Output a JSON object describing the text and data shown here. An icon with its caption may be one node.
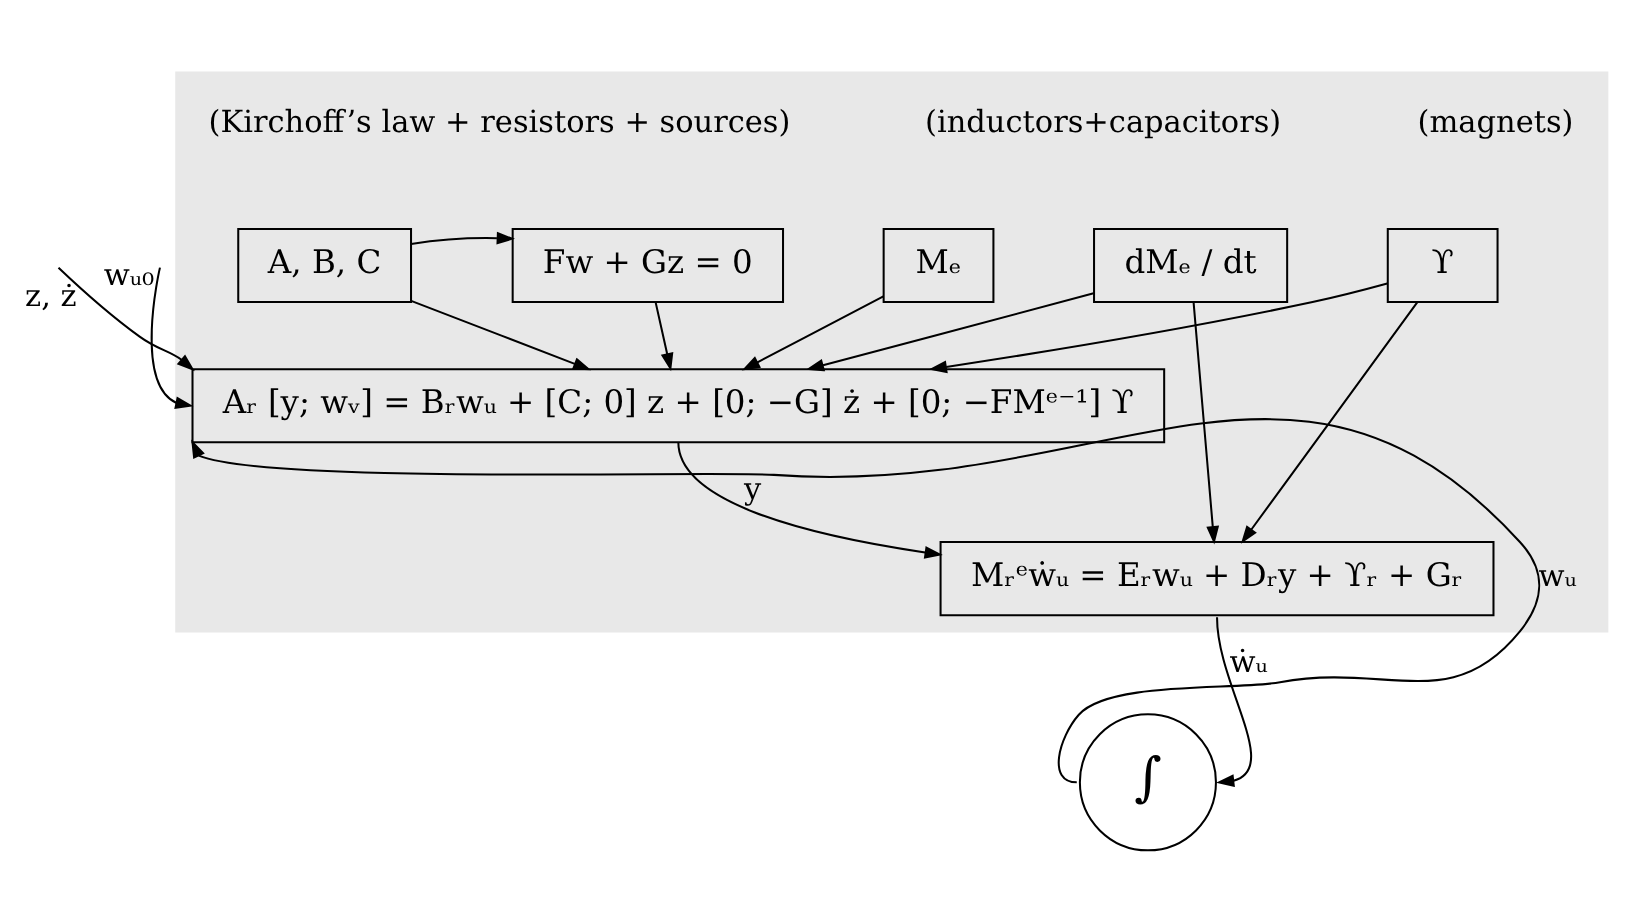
{
  "diagram": {
    "nodes": [
      {
        "text": [],
        "shape": "box"
      },
      {
        "text": [
          "A, B, C"
        ],
        "in": 0
      },
      {
        "text": [
          "Fw + Gz = 0"
        ],
        "in": 0
      },
      {
        "text": [
          "Mₑ"
        ],
        "in": 0
      },
      {
        "text": [
          "dMₑ / dt"
        ],
        "in": 0
      },
      {
        "text": [
          "ϒ"
        ],
        "in": 0
      },
      {
        "text": [
          "Aᵣ [y; wᵥ] = Bᵣwᵤ + [C; 0] z + [0; −G] ż + [0; −FMᵉ⁻¹] ϒ"
        ],
        "in": 0
      },
      {
        "text": [
          "Mᵣᵉẇᵤ = Eᵣwᵤ + Dᵣy + ϒᵣ + Gᵣ"
        ],
        "in": 0
      },
      {
        "text": [
          "∫"
        ]
      }
    ],
    "edges": [
      {
        "from": 1,
        "to": 2,
        "arrow": "to"
      },
      {
        "from": 1,
        "to": 6,
        "arrow": "to"
      },
      {
        "from": 2,
        "to": 6,
        "arrow": "to"
      },
      {
        "from": 3,
        "to": 6,
        "arrow": "to"
      },
      {
        "from": 4,
        "to": 6,
        "arrow": "to"
      },
      {
        "from": 5,
        "to": 6,
        "arrow": "to"
      },
      {
        "from": 4,
        "to": 7,
        "arrow": "to"
      },
      {
        "from": 5,
        "to": 7,
        "arrow": "to"
      },
      {
        "from": null,
        "to": 6,
        "arrow": "to",
        "label": "z, ż"
      },
      {
        "from": null,
        "to": 6,
        "arrow": "to",
        "label": "wᵤ₀"
      },
      {
        "from": 6,
        "to": 7,
        "arrow": "to",
        "label": "y"
      },
      {
        "from": 7,
        "to": 8,
        "arrow": "to",
        "label": "ẇᵤ"
      },
      {
        "from": 8,
        "to": 6,
        "arrow": "to",
        "label": "wᵤ"
      }
    ],
    "labels": [
      "(Kirchoff’s law + resistors + sources)",
      "(inductors+capacitors)",
      "(magnets)"
    ]
  }
}
